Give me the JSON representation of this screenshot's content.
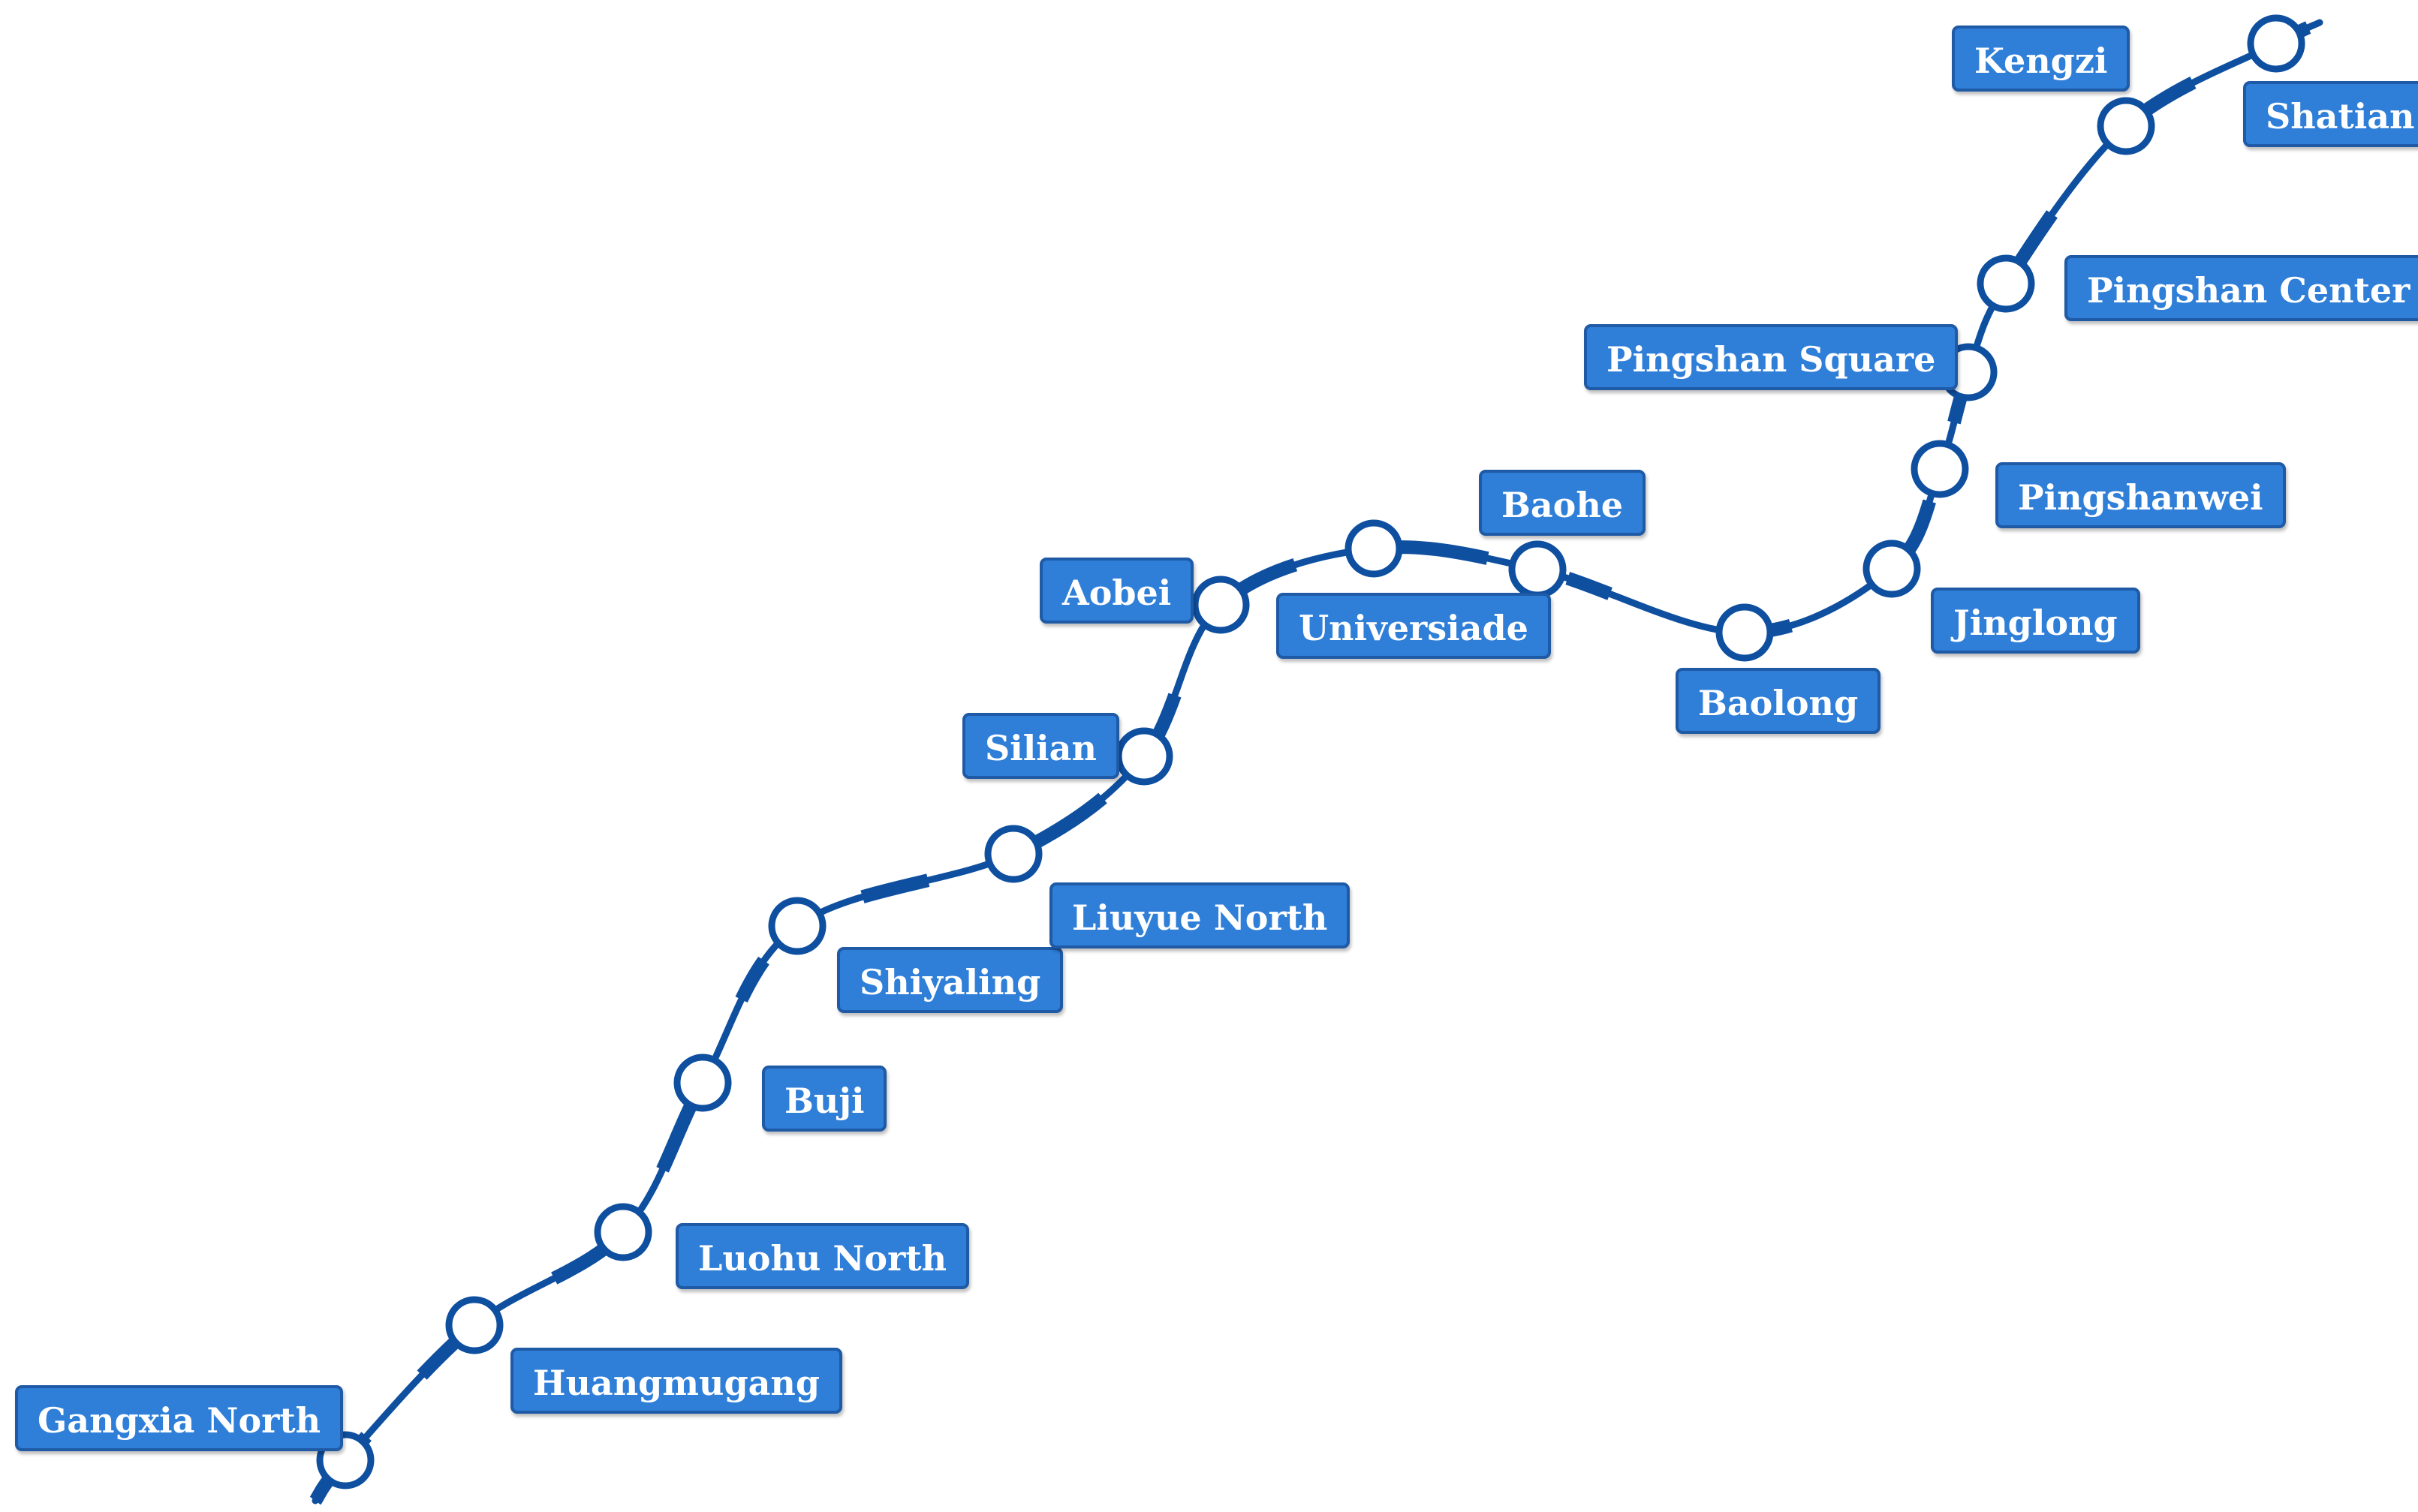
{
  "line_color": "#0e4fa0",
  "label_color": "#2f7fd8",
  "station_fill": "#ffffff",
  "stations": [
    {
      "id": "gangxia-north",
      "name": "Gangxia North"
    },
    {
      "id": "huangmugang",
      "name": "Huangmugang"
    },
    {
      "id": "luohu-north",
      "name": "Luohu North"
    },
    {
      "id": "buji",
      "name": "Buji"
    },
    {
      "id": "shiyaling",
      "name": "Shiyaling"
    },
    {
      "id": "liuyue-north",
      "name": "Liuyue North"
    },
    {
      "id": "silian",
      "name": "Silian"
    },
    {
      "id": "aobei",
      "name": "Aobei"
    },
    {
      "id": "universiade",
      "name": "Universiade"
    },
    {
      "id": "baohe",
      "name": "Baohe"
    },
    {
      "id": "baolong",
      "name": "Baolong"
    },
    {
      "id": "jinglong",
      "name": "Jinglong"
    },
    {
      "id": "pingshanwei",
      "name": "Pingshanwei"
    },
    {
      "id": "pingshan-square",
      "name": "Pingshan Square"
    },
    {
      "id": "pingshan-center",
      "name": "Pingshan Center"
    },
    {
      "id": "kengzi",
      "name": "Kengzi"
    },
    {
      "id": "shatian",
      "name": "Shatian"
    }
  ]
}
